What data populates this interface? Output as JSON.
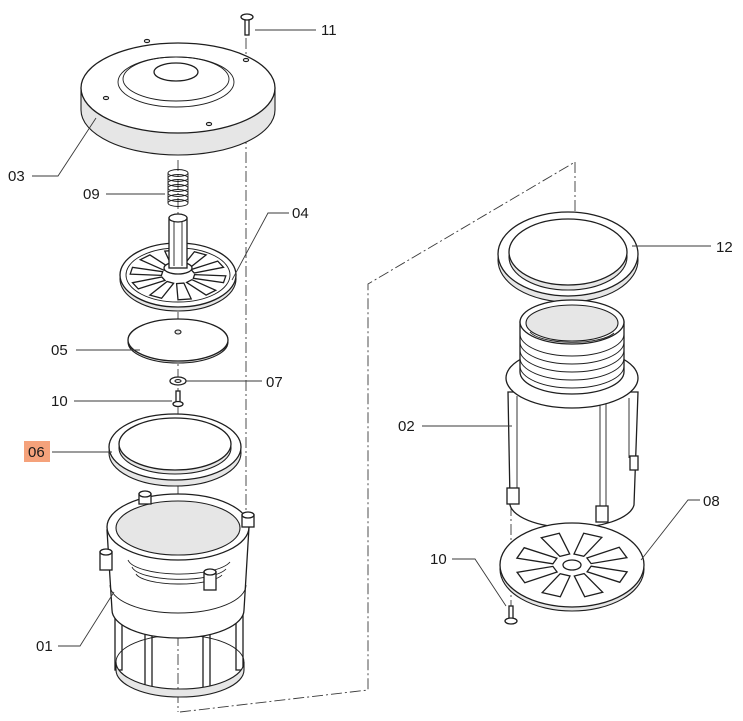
{
  "callouts": [
    {
      "label": "11"
    },
    {
      "label": "03"
    },
    {
      "label": "09"
    },
    {
      "label": "04"
    },
    {
      "label": "05"
    },
    {
      "label": "07"
    },
    {
      "label": "10"
    },
    {
      "label": "06",
      "highlighted": true
    },
    {
      "label": "01"
    },
    {
      "label": "12"
    },
    {
      "label": "02"
    },
    {
      "label": "08"
    },
    {
      "label": "10"
    }
  ],
  "colors": {
    "highlight": "#f5a27b",
    "line": "#1e1e1e"
  }
}
